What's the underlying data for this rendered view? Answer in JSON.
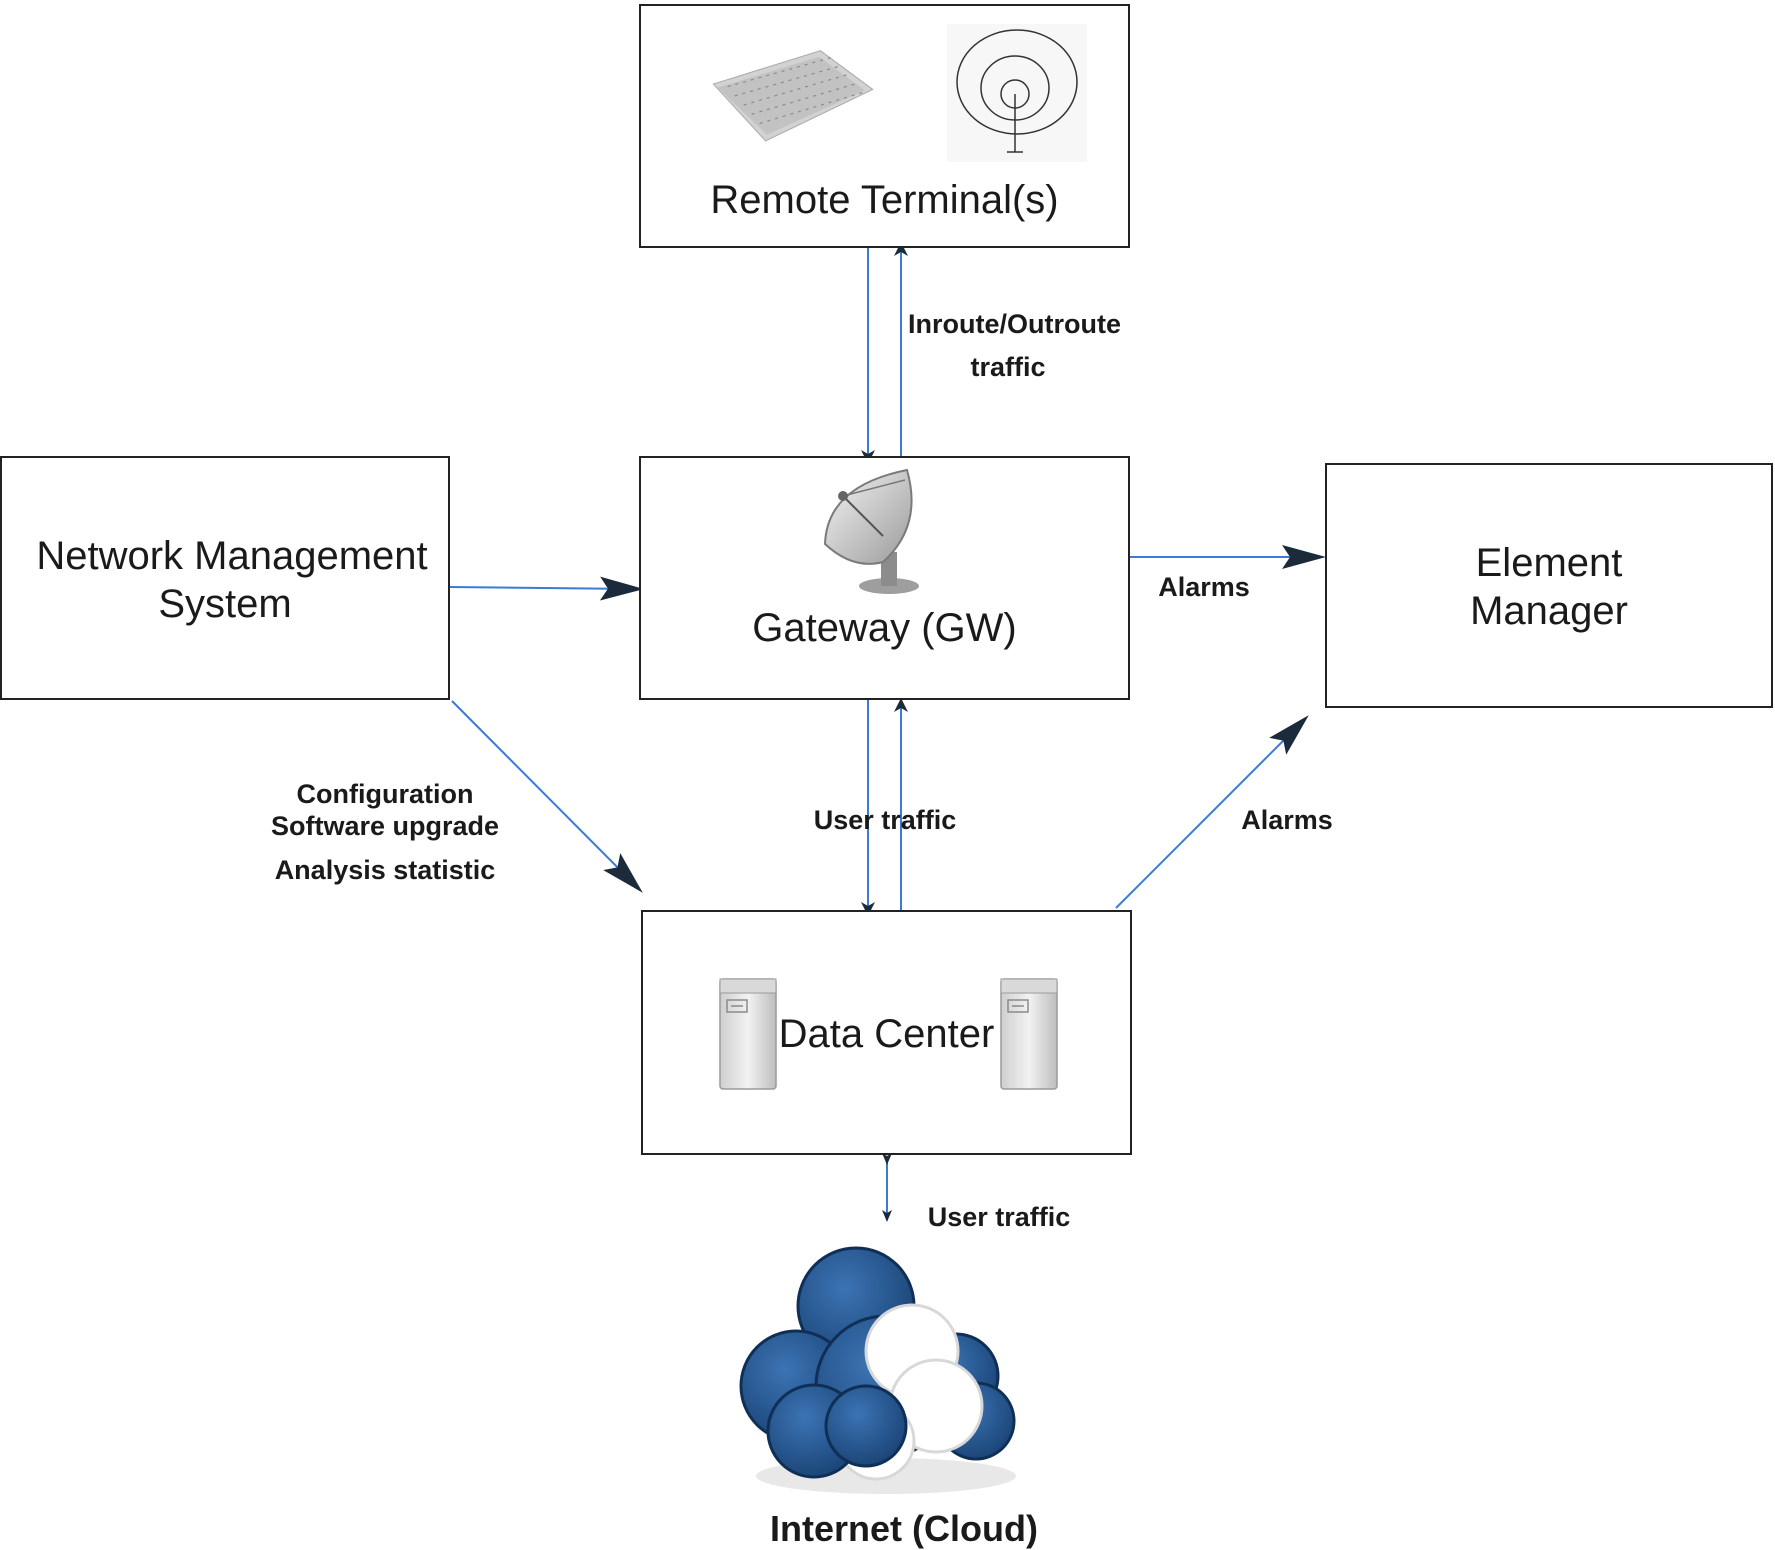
{
  "nodes": {
    "remote_terminals": {
      "label": "Remote Terminal(s)"
    },
    "gateway": {
      "label": "Gateway (GW)"
    },
    "nms": {
      "label_line1": "Network Management",
      "label_line2": "System"
    },
    "element_manager": {
      "label_line1": "Element",
      "label_line2": "Manager"
    },
    "data_center": {
      "label": "Data Center"
    },
    "internet": {
      "label": "Internet (Cloud)"
    }
  },
  "edges": {
    "rt_gw": {
      "line1": "Inroute/Outroute",
      "line2": "traffic"
    },
    "gw_em": {
      "label": "Alarms"
    },
    "gw_dc": {
      "label": "User traffic"
    },
    "nms_dc": {
      "line1": "Configuration",
      "line2": "Software upgrade",
      "line3": "Analysis statistic"
    },
    "dc_em": {
      "label": "Alarms"
    },
    "dc_internet": {
      "label": "User traffic"
    }
  },
  "colors": {
    "connector": "#3a7bd5",
    "arrowhead": "#1b2b3c",
    "border": "#222222",
    "cloud": "#1f4f86"
  },
  "icons": [
    "flat-panel-antenna-icon",
    "satellite-dish-sketch-icon",
    "satellite-dish-icon",
    "server-icon",
    "server-icon",
    "cloud-icon"
  ]
}
